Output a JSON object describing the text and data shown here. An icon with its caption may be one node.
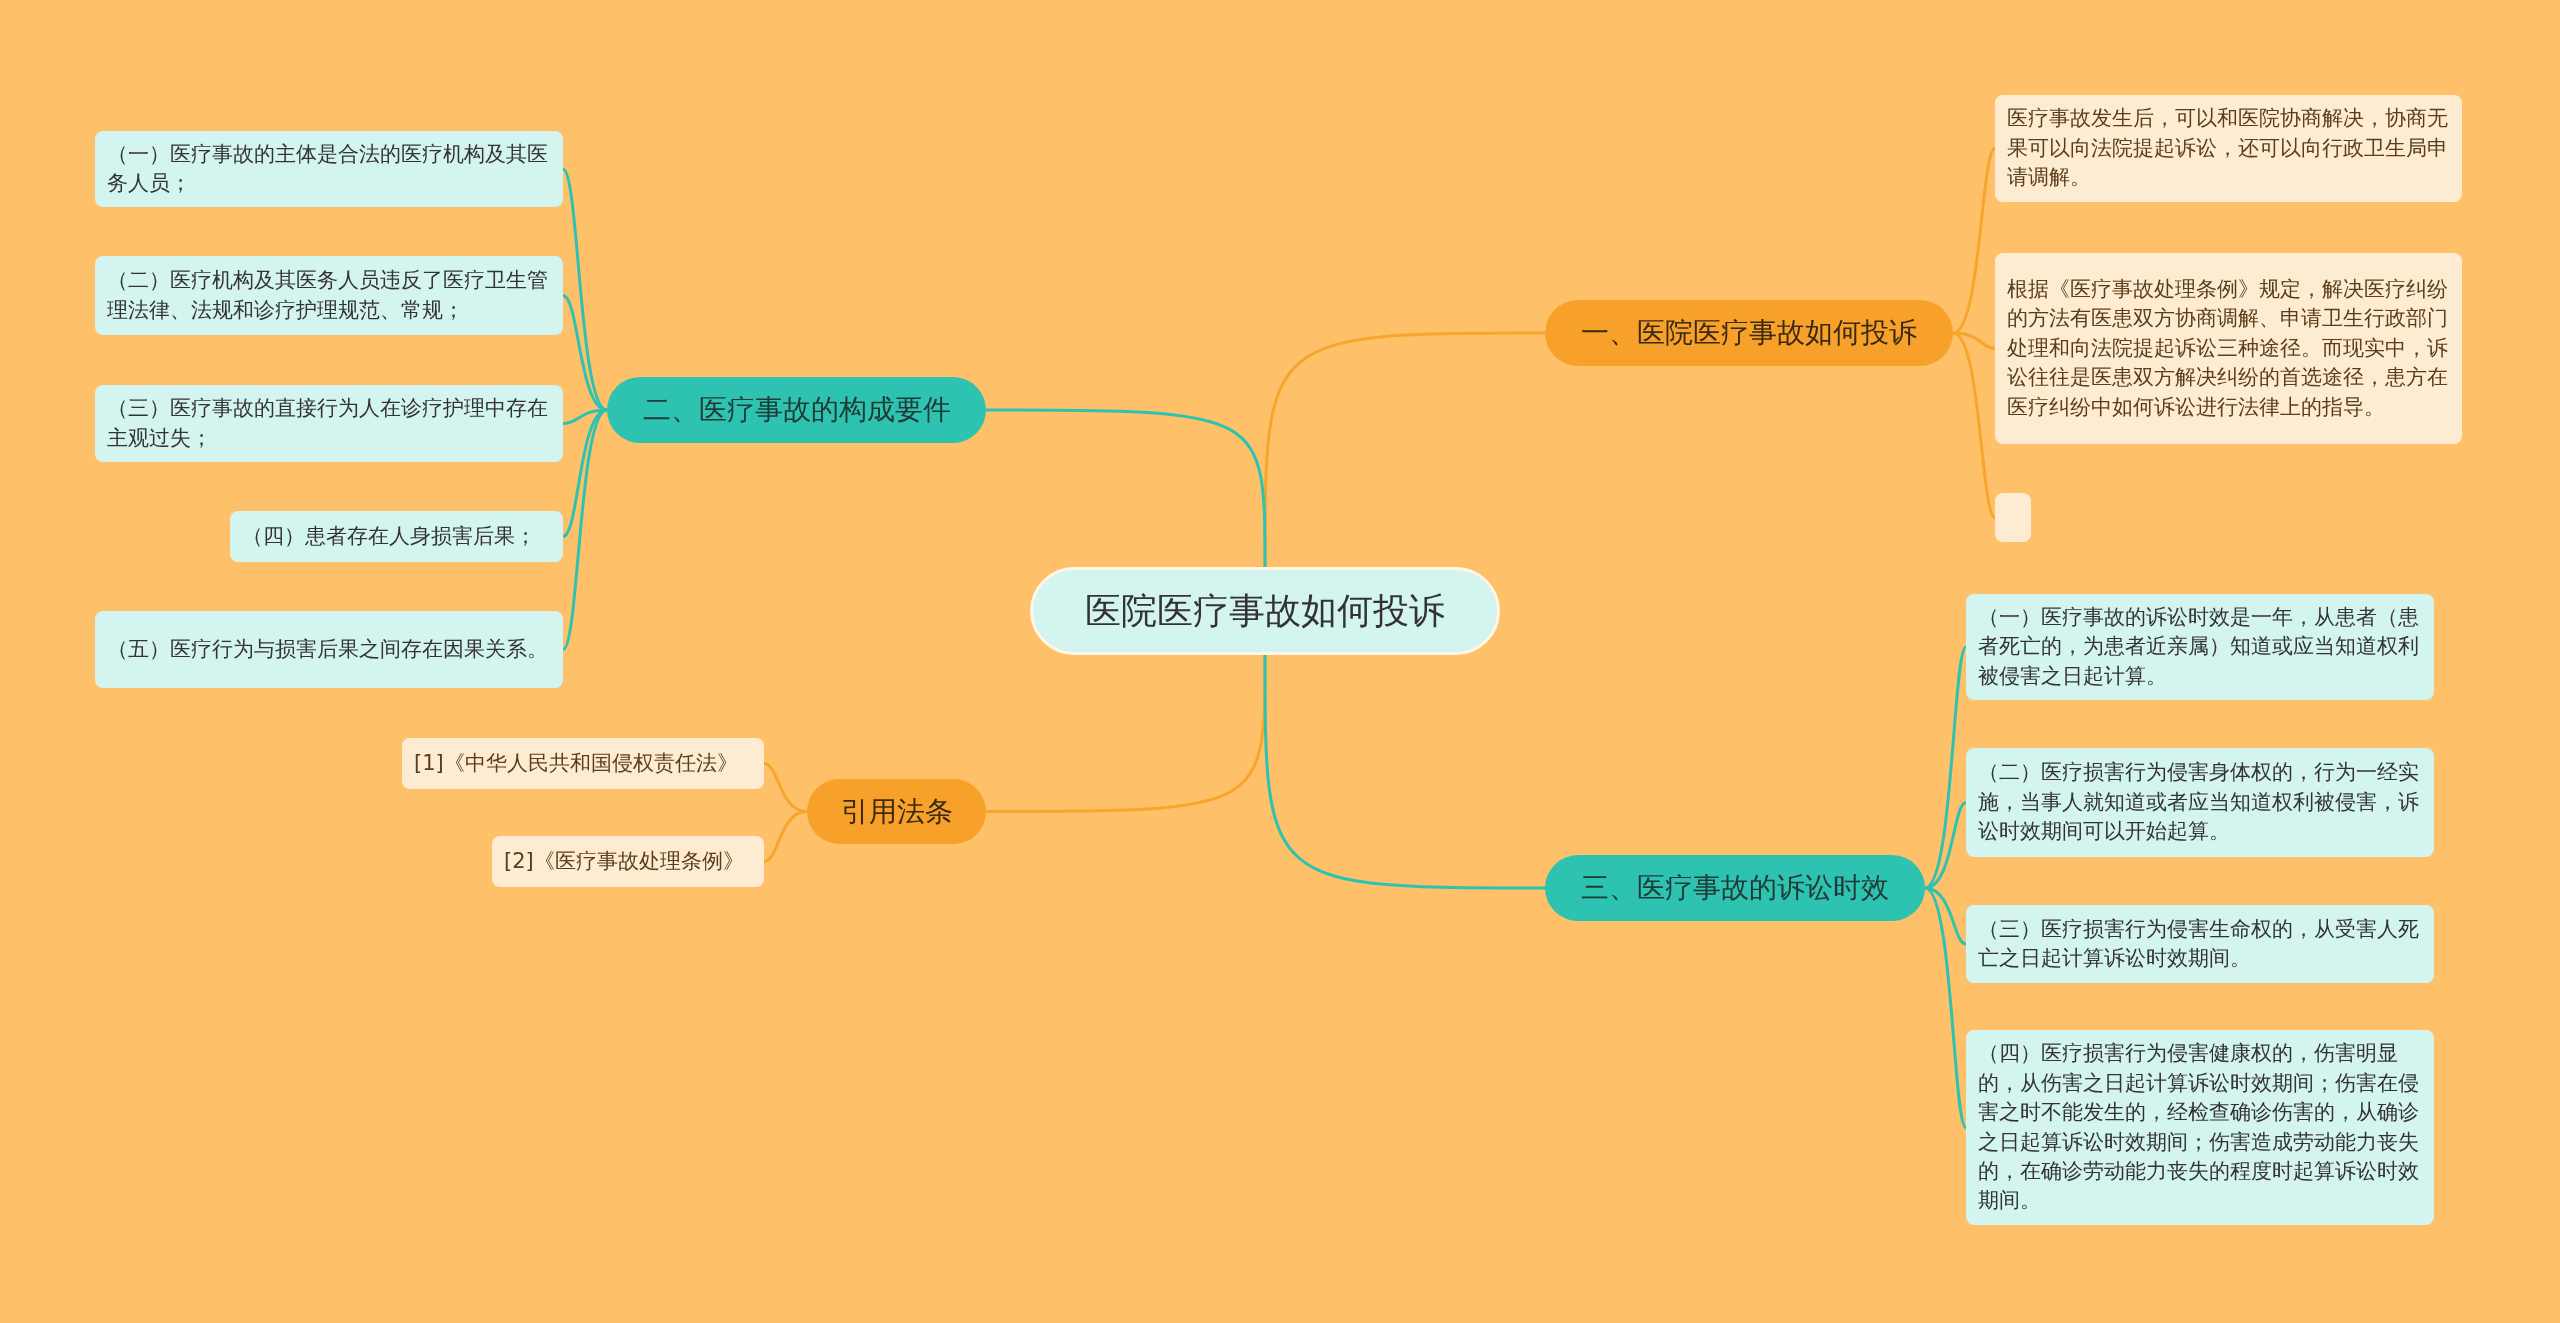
{
  "diagram": {
    "nodes": [
      {
        "text": [
          "医院医疗事故如何投诉"
        ]
      },
      {
        "text": [
          "一、医院医疗事故如何投诉"
        ]
      },
      {
        "text": [
          "医疗事故发生后，可以和医院协商解决，协商无果可以向法院提起诉讼，还可以向行政卫生局申请调解。"
        ]
      },
      {
        "text": [
          "根据《医疗事故处理条例》规定，解决医疗纠纷的方法有医患双方协商调解、申请卫生行政部门处理和向法院提起诉讼三种途径。而现实中，诉讼往往是医患双方解决纠纷的首选途径，患方在医疗纠纷中如何诉讼进行法律上的指导。"
        ]
      },
      {
        "text": [],
        "shape": "box"
      },
      {
        "text": [
          "二、医疗事故的构成要件"
        ]
      },
      {
        "text": [
          "（一）医疗事故的主体是合法的医疗机构及其医务人员；"
        ]
      },
      {
        "text": [
          "（二）医疗机构及其医务人员违反了医疗卫生管理法律、法规和诊疗护理规范、常规；"
        ]
      },
      {
        "text": [
          "（三）医疗事故的直接行为人在诊疗护理中存在主观过失；"
        ]
      },
      {
        "text": [
          "（四）患者存在人身损害后果；"
        ]
      },
      {
        "text": [
          "（五）医疗行为与损害后果之间存在因果关系。"
        ]
      },
      {
        "text": [
          "引用法条"
        ]
      },
      {
        "text": [
          "[1]《中华人民共和国侵权责任法》"
        ]
      },
      {
        "text": [
          "[2]《医疗事故处理条例》"
        ]
      },
      {
        "text": [
          "三、医疗事故的诉讼时效"
        ]
      },
      {
        "text": [
          "（一）医疗事故的诉讼时效是一年，从患者（患者死亡的，为患者近亲属）知道或应当知道权利被侵害之日起计算。"
        ]
      },
      {
        "text": [
          "（二）医疗损害行为侵害身体权的，行为一经实施，当事人就知道或者应当知道权利被侵害，诉讼时效期间可以开始起算。"
        ]
      },
      {
        "text": [
          "（三）医疗损害行为侵害生命权的，从受害人死亡之日起计算诉讼时效期间。"
        ]
      },
      {
        "text": [
          "（四）医疗损害行为侵害健康权的，伤害明显的，从伤害之日起计算诉讼时效期间；伤害在侵害之时不能发生的，经检查确诊伤害的，从确诊之日起算诉讼时效期间；伤害造成劳动能力丧失的，在确诊劳动能力丧失的程度时起算诉讼时效期间。"
        ]
      }
    ],
    "edges": [
      {
        "from": 0,
        "to": 1,
        "arrow": "none",
        "color": "#f7a52c"
      },
      {
        "from": 1,
        "to": 2,
        "arrow": "none",
        "color": "#f7a52c"
      },
      {
        "from": 1,
        "to": 3,
        "arrow": "none",
        "color": "#f7a52c"
      },
      {
        "from": 1,
        "to": 4,
        "arrow": "none",
        "color": "#f7a52c"
      },
      {
        "from": 0,
        "to": 5,
        "arrow": "none"
      },
      {
        "from": 5,
        "to": 6,
        "arrow": "none"
      },
      {
        "from": 5,
        "to": 7,
        "arrow": "none"
      },
      {
        "from": 5,
        "to": 8,
        "arrow": "none"
      },
      {
        "from": 5,
        "to": 9,
        "arrow": "none"
      },
      {
        "from": 5,
        "to": 10,
        "arrow": "none"
      },
      {
        "from": 0,
        "to": 11,
        "arrow": "none",
        "color": "#f7a52c"
      },
      {
        "from": 11,
        "to": 12,
        "arrow": "none",
        "color": "#f7a52c"
      },
      {
        "from": 11,
        "to": 13,
        "arrow": "none",
        "color": "#f7a52c"
      },
      {
        "from": 0,
        "to": 14,
        "arrow": "none"
      },
      {
        "from": 14,
        "to": 15,
        "arrow": "none"
      },
      {
        "from": 14,
        "to": 16,
        "arrow": "none"
      },
      {
        "from": 14,
        "to": 17,
        "arrow": "none"
      },
      {
        "from": 14,
        "to": 18,
        "arrow": "none"
      }
    ]
  }
}
